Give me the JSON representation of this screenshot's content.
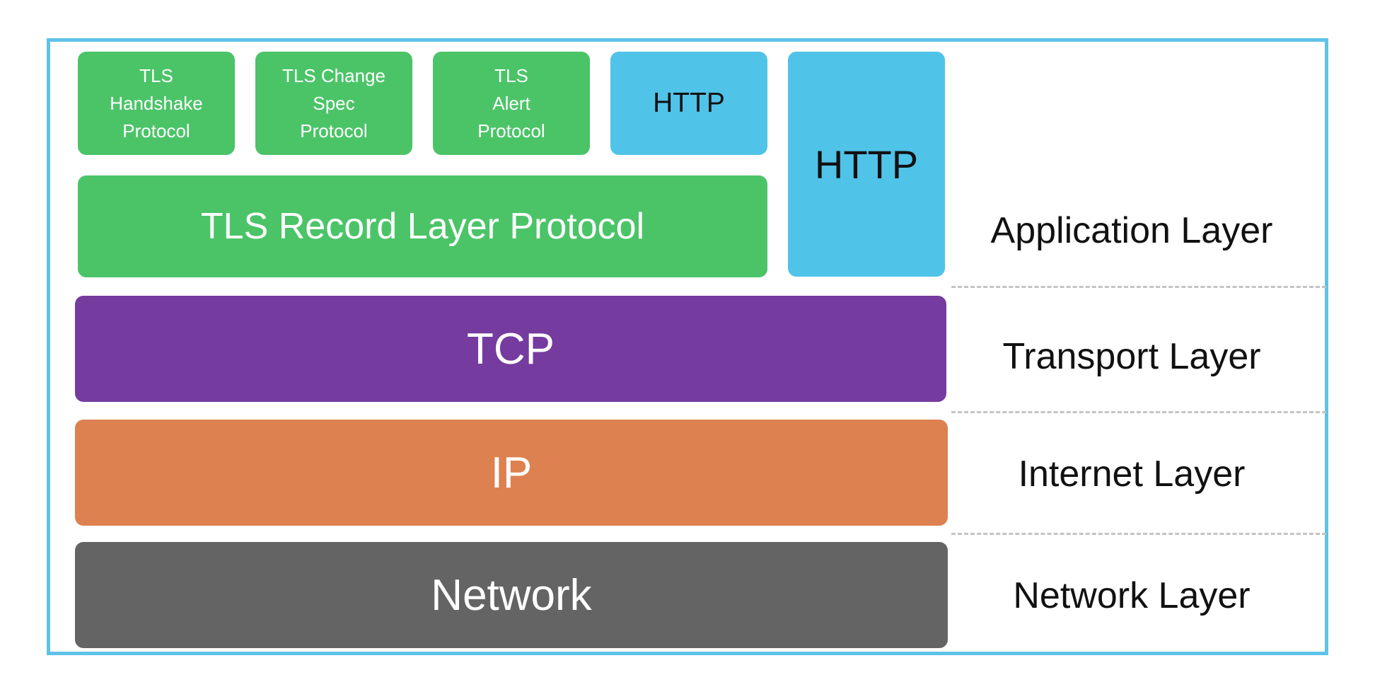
{
  "diagram": {
    "application_layer": {
      "tls_handshake": "TLS\nHandshake\nProtocol",
      "tls_change_spec": "TLS Change\nSpec\nProtocol",
      "tls_alert": "TLS\nAlert\nProtocol",
      "http_small": "HTTP",
      "http_large": "HTTP",
      "tls_record": "TLS Record Layer Protocol"
    },
    "transport_layer": {
      "tcp": "TCP"
    },
    "internet_layer": {
      "ip": "IP"
    },
    "network_layer": {
      "network": "Network"
    },
    "labels": {
      "application": "Application Layer",
      "transport": "Transport Layer",
      "internet": "Internet Layer",
      "network": "Network Layer"
    }
  },
  "colors": {
    "tls_green": "#4bc468",
    "http_blue": "#50c3e8",
    "tcp_purple": "#753b9e",
    "ip_orange": "#de8150",
    "network_gray": "#646464",
    "frame_border": "#5ec3e6"
  }
}
